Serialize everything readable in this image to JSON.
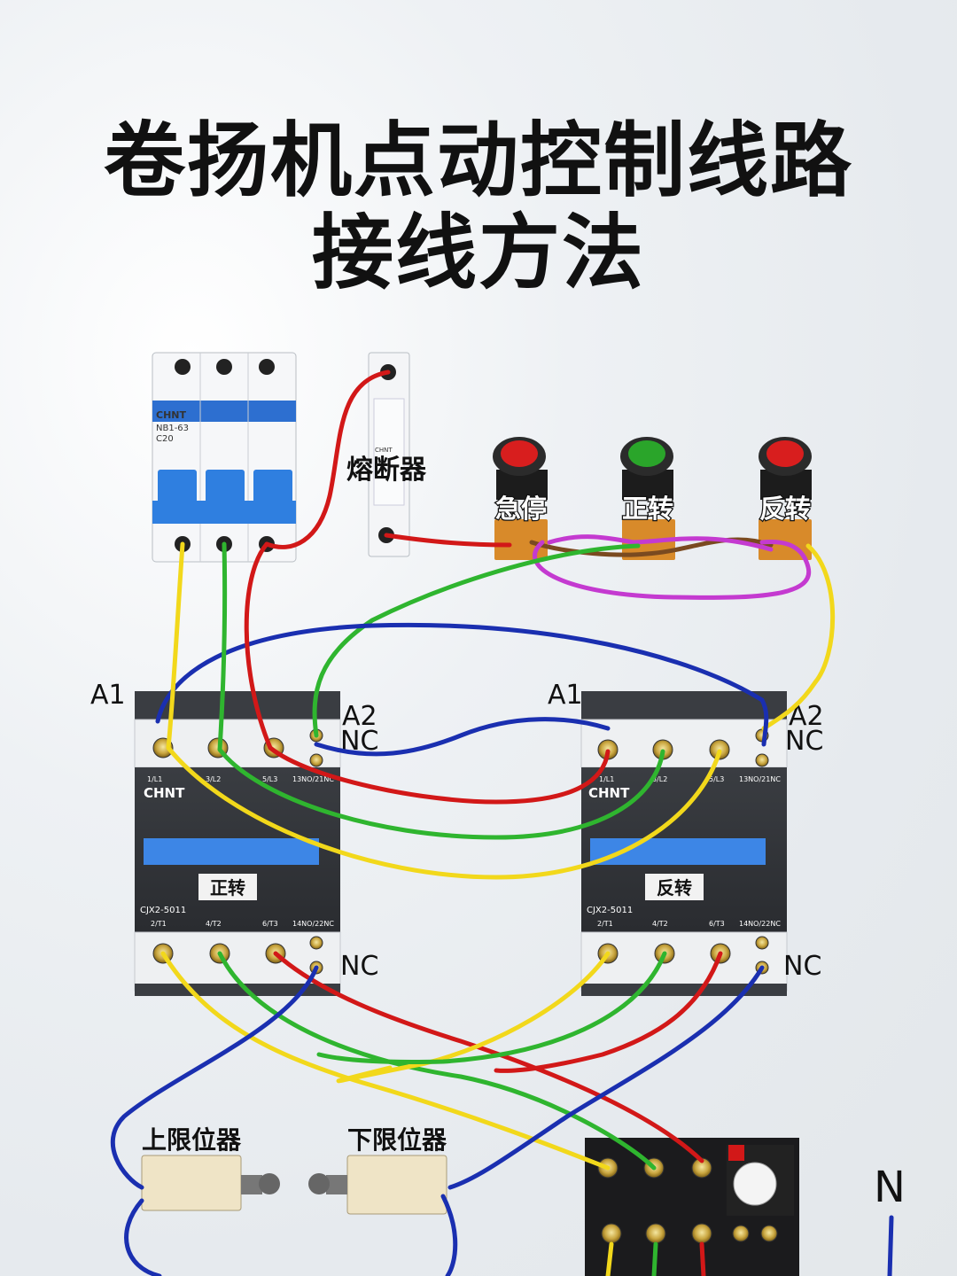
{
  "title": {
    "line1": "卷扬机点动控制线路",
    "line2": "接线方法"
  },
  "components": {
    "breaker": {
      "brand": "CHNT",
      "model": "NB1-63",
      "rating": "C20"
    },
    "fuse": {
      "brand": "CHNT",
      "label": "熔断器"
    },
    "buttons": [
      {
        "label": "急停",
        "color": "#d81e1e"
      },
      {
        "label": "正转",
        "color": "#2aa52a"
      },
      {
        "label": "反转",
        "color": "#d81e1e"
      }
    ],
    "contactor_forward": {
      "brand": "CHNT",
      "model": "CJX2-5011",
      "name": "正转",
      "coil_a1": "A1",
      "coil_a2": "A2",
      "aux_top": "NC",
      "aux_bottom": "NC",
      "top_terms": [
        "1/L1",
        "3/L2",
        "5/L3",
        "13NO/21NC"
      ],
      "bottom_terms": [
        "2/T1",
        "4/T2",
        "6/T3",
        "14NO/22NC"
      ]
    },
    "contactor_reverse": {
      "brand": "CHNT",
      "model": "CJX2-5011",
      "name": "反转",
      "coil_a1": "A1",
      "coil_a2": "A2",
      "aux_top": "NC",
      "aux_bottom": "NC",
      "top_terms": [
        "1/L1",
        "3/L2",
        "5/L3",
        "13NO/21NC"
      ],
      "bottom_terms": [
        "2/T1",
        "4/T2",
        "6/T3",
        "14NO/22NC"
      ]
    },
    "limit_upper": {
      "label": "上限位器"
    },
    "limit_lower": {
      "label": "下限位器"
    },
    "neutral": {
      "label": "N"
    }
  },
  "colors": {
    "yellow": "#f2d81b",
    "green": "#2fb52f",
    "red": "#d21818",
    "blue": "#1a2fb0",
    "magenta": "#c43ad0",
    "brown": "#7a4a20",
    "breaker_blue": "#2f7fe0",
    "contactor_blue": "#3d86e6"
  }
}
